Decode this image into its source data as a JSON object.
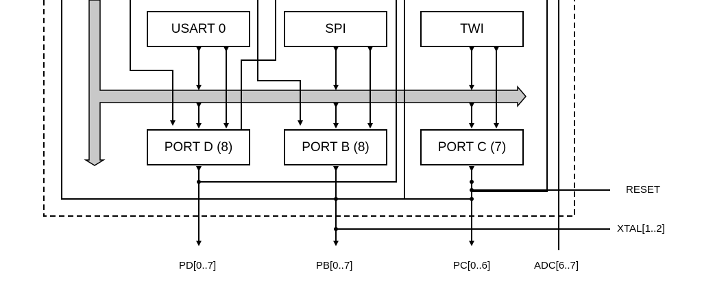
{
  "blocks": {
    "usart0": "USART 0",
    "spi": "SPI",
    "twi": "TWI",
    "portd": "PORT D (8)",
    "portb": "PORT B (8)",
    "portc": "PORT C (7)"
  },
  "pins": {
    "reset": "RESET",
    "xtal": "XTAL[1..2]",
    "pd": "PD[0..7]",
    "pb": "PB[0..7]",
    "pc": "PC[0..6]",
    "adc": "ADC[6..7]"
  }
}
